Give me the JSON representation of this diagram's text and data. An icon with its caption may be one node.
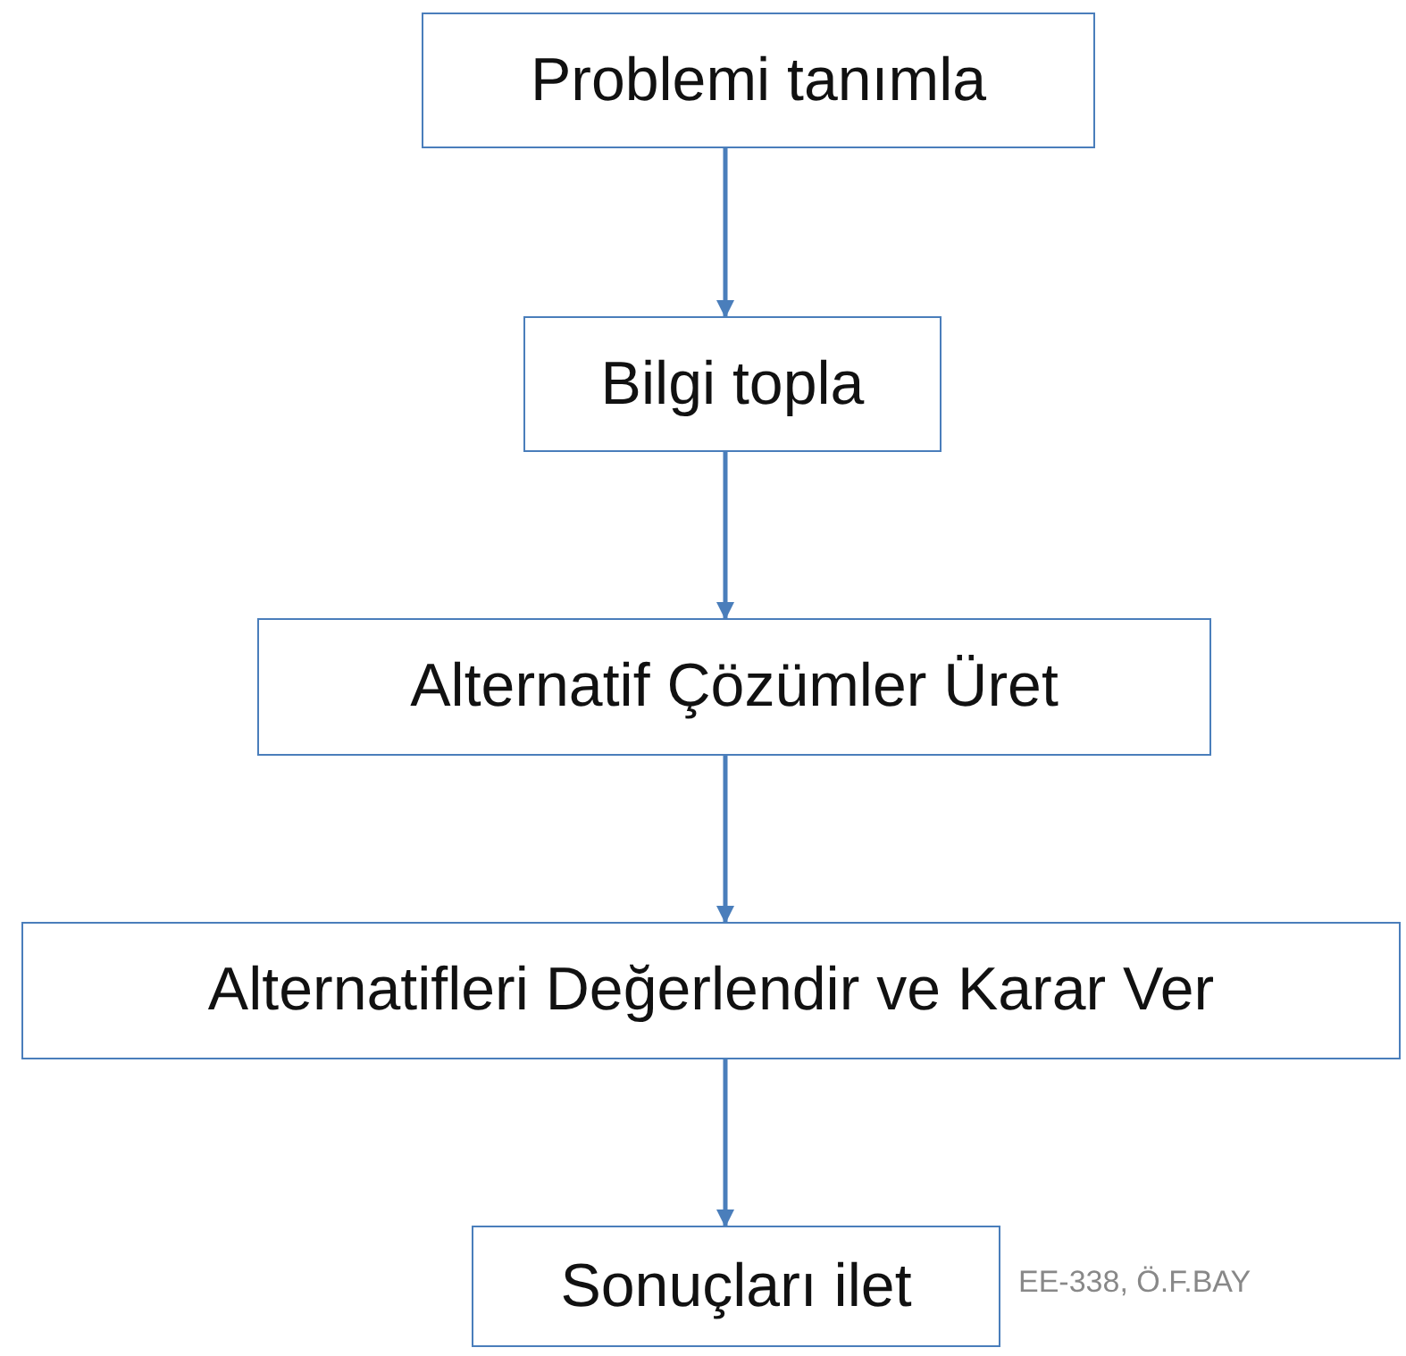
{
  "diagram": {
    "nodes": [
      {
        "text": [
          "Problemi tanımla"
        ]
      },
      {
        "text": [
          "Bilgi topla"
        ]
      },
      {
        "text": [
          "Alternatif Çözümler Üret"
        ]
      },
      {
        "text": [
          "Alternatifleri Değerlendir ve Karar Ver"
        ]
      },
      {
        "text": [
          "Sonuçları ilet"
        ]
      }
    ],
    "edges": [
      {
        "from": 0,
        "to": 1,
        "arrow": "to"
      },
      {
        "from": 1,
        "to": 2,
        "arrow": "to"
      },
      {
        "from": 2,
        "to": 3,
        "arrow": "to"
      },
      {
        "from": 3,
        "to": 4,
        "arrow": "to"
      }
    ],
    "labels": [
      "EE-338, Ö.F.BAY"
    ]
  }
}
